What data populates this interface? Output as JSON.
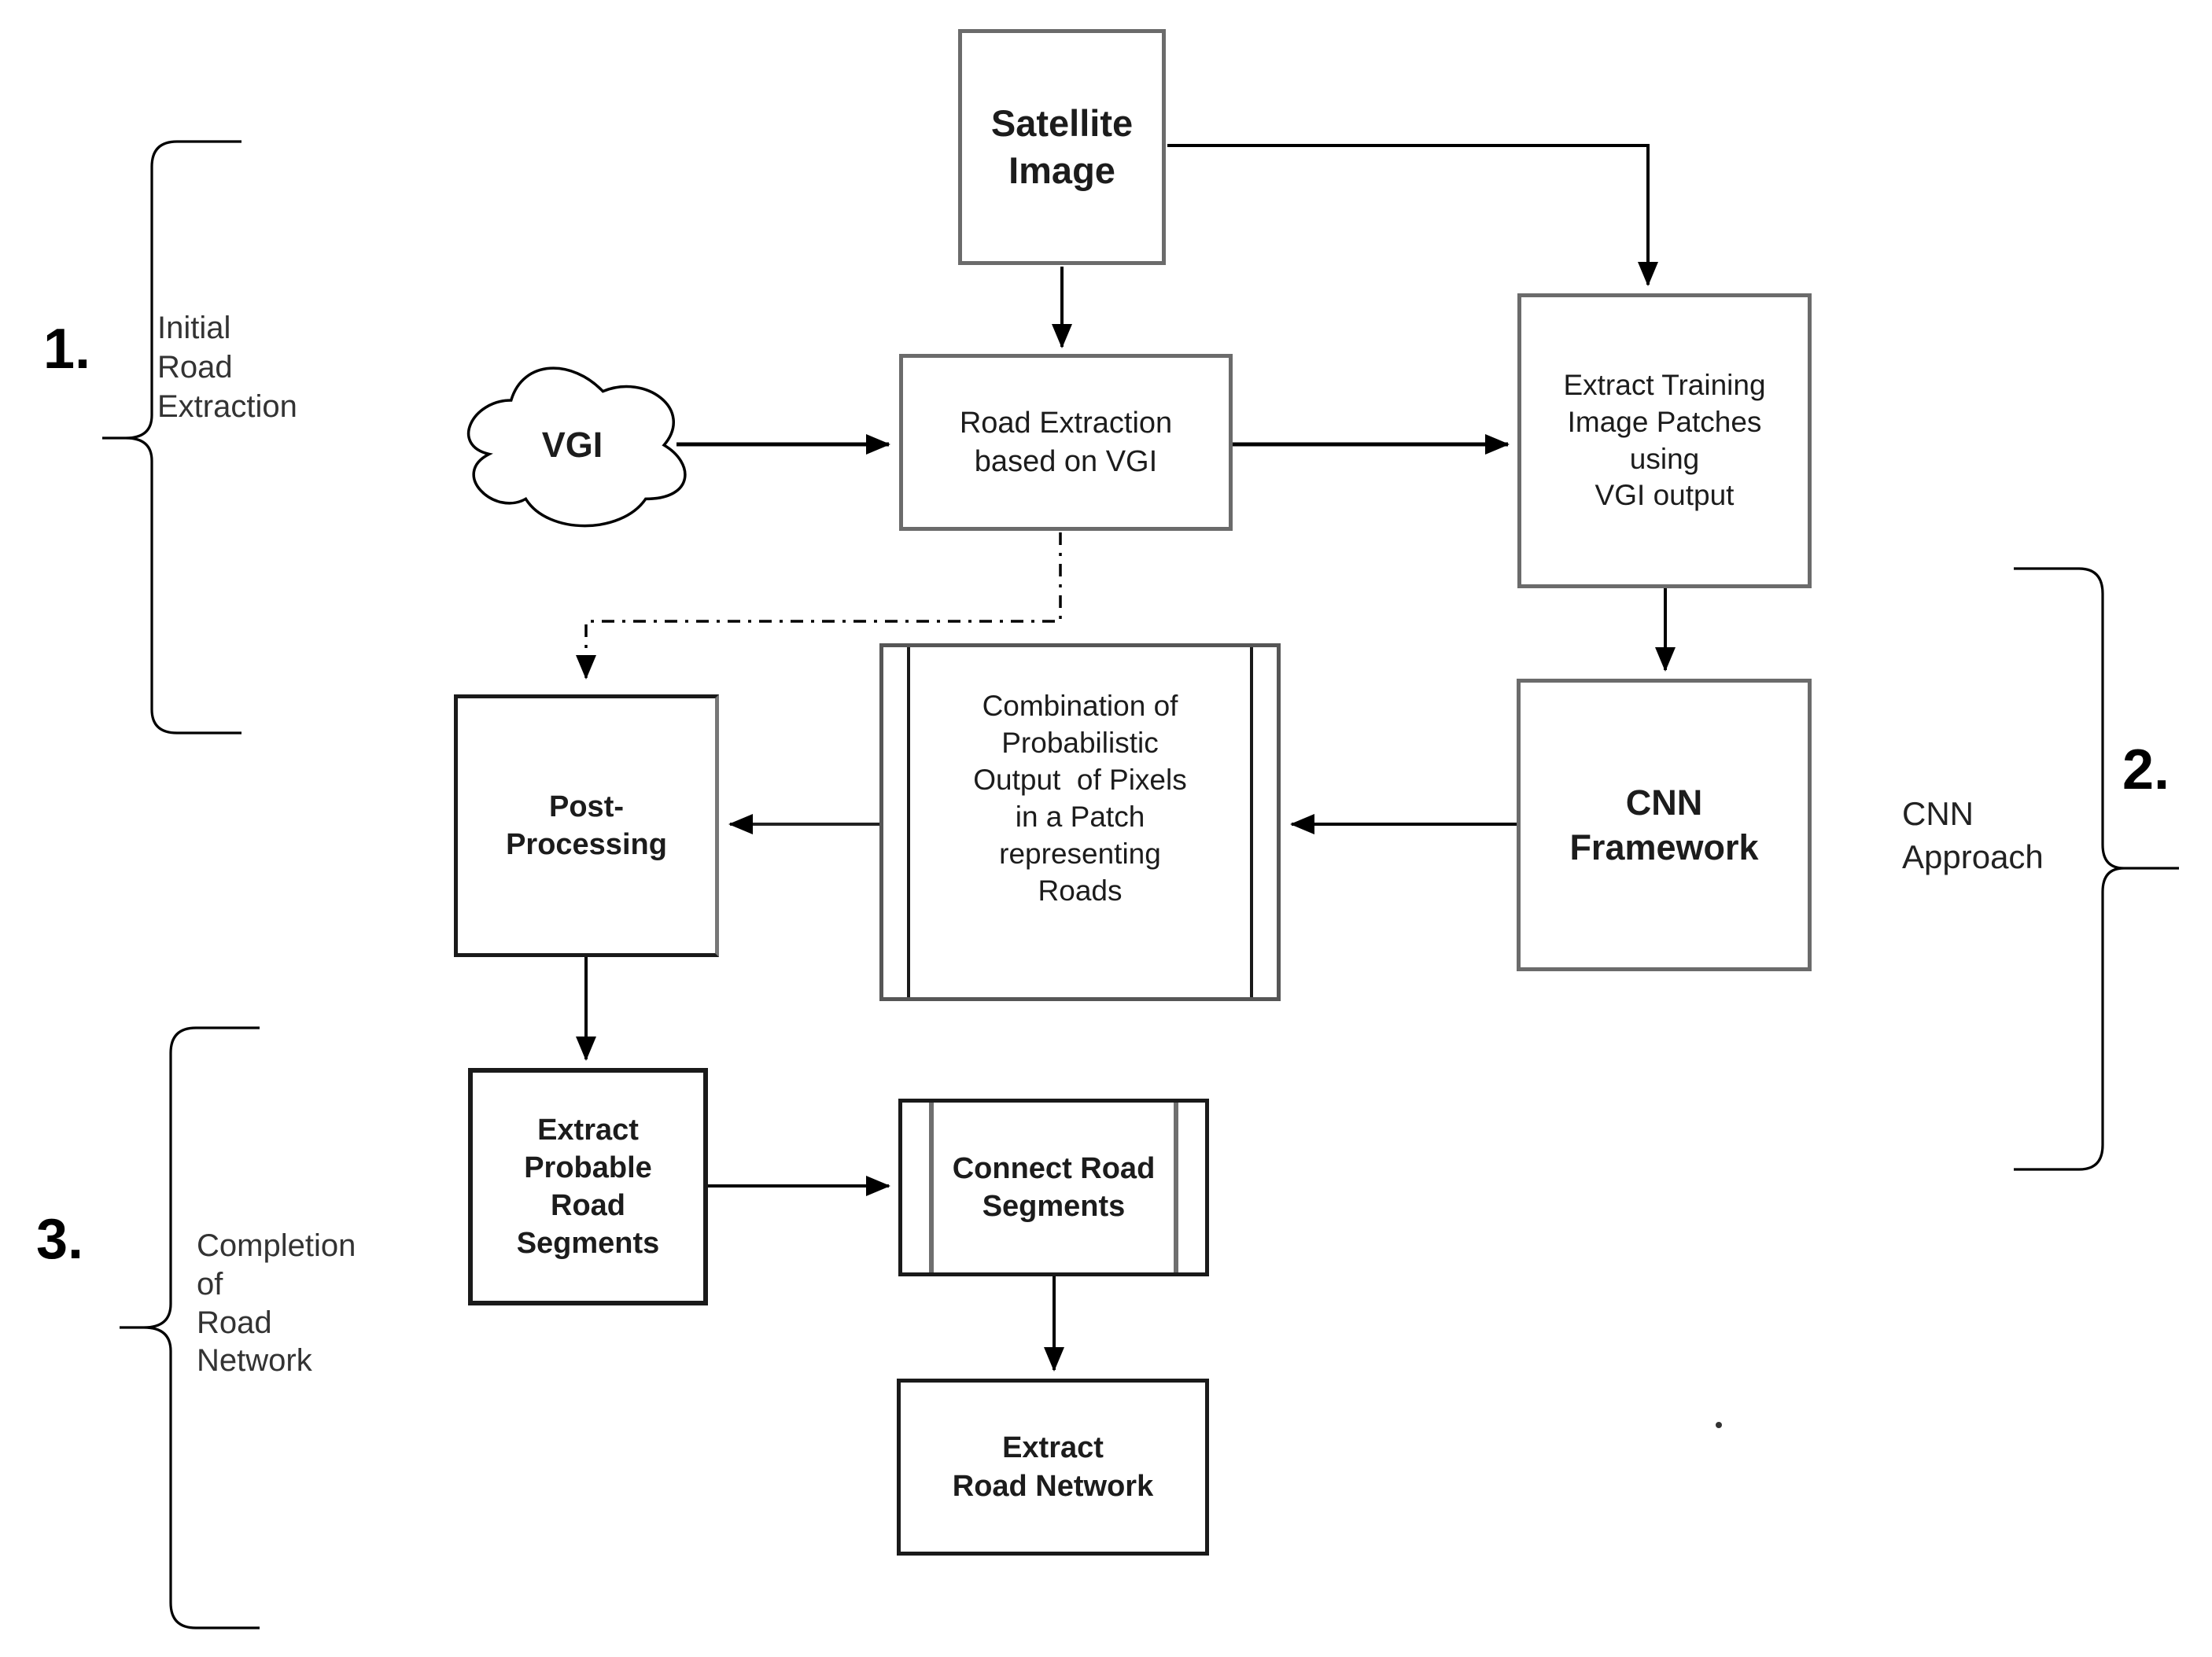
{
  "colors": {
    "background": "#ffffff",
    "line": "#000000",
    "box_border_gray": "#6b6b6b",
    "box_border_dark": "#1a1a1a"
  },
  "sections": [
    {
      "number": "1.",
      "label": "Initial\nRoad\nExtraction"
    },
    {
      "number": "2.",
      "label": "CNN\nApproach"
    },
    {
      "number": "3.",
      "label": "Completion\nof\nRoad\nNetwork"
    }
  ],
  "nodes": {
    "satellite_image": {
      "label": "Satellite\nImage",
      "shape": "rectangle"
    },
    "vgi": {
      "label": "VGI",
      "shape": "cloud"
    },
    "road_extraction": {
      "label": "Road Extraction\nbased on VGI",
      "shape": "rectangle"
    },
    "extract_training": {
      "label": "Extract Training\nImage Patches\nusing\nVGI output",
      "shape": "rectangle"
    },
    "cnn_framework": {
      "label": "CNN\nFramework",
      "shape": "rectangle"
    },
    "combination": {
      "label": "Combination of\nProbabilistic\nOutput  of Pixels\nin a Patch\nrepresenting\nRoads",
      "shape": "predefined-process"
    },
    "post_processing": {
      "label": "Post-\nProcessing",
      "shape": "rectangle"
    },
    "extract_probable": {
      "label": "Extract\nProbable\nRoad\nSegments",
      "shape": "rectangle"
    },
    "connect_road": {
      "label": "Connect Road\nSegments",
      "shape": "predefined-process"
    },
    "extract_network": {
      "label": "Extract\nRoad Network",
      "shape": "rectangle"
    }
  },
  "edges": [
    {
      "from": "satellite_image",
      "to": "road_extraction",
      "style": "solid"
    },
    {
      "from": "satellite_image",
      "to": "extract_training",
      "style": "solid"
    },
    {
      "from": "vgi",
      "to": "road_extraction",
      "style": "solid"
    },
    {
      "from": "road_extraction",
      "to": "extract_training",
      "style": "solid"
    },
    {
      "from": "extract_training",
      "to": "cnn_framework",
      "style": "solid"
    },
    {
      "from": "cnn_framework",
      "to": "combination",
      "style": "solid"
    },
    {
      "from": "combination",
      "to": "post_processing",
      "style": "solid"
    },
    {
      "from": "road_extraction",
      "to": "post_processing",
      "style": "dashed"
    },
    {
      "from": "post_processing",
      "to": "extract_probable",
      "style": "solid"
    },
    {
      "from": "extract_probable",
      "to": "connect_road",
      "style": "solid"
    },
    {
      "from": "connect_road",
      "to": "extract_network",
      "style": "solid"
    }
  ]
}
